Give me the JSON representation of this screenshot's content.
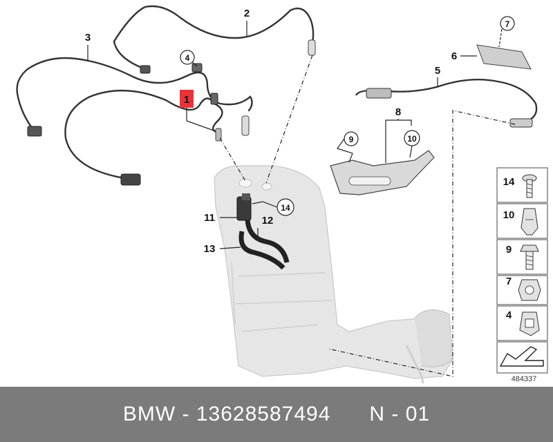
{
  "callouts": {
    "c1": "1",
    "c2": "2",
    "c3": "3",
    "c4": "4",
    "c5": "5",
    "c6": "6",
    "c7": "7",
    "c8": "8",
    "c9": "9",
    "c10": "10",
    "c11": "11",
    "c12": "12",
    "c13": "13",
    "c14": "14"
  },
  "highlight_color": "#e8333a",
  "side_panel": {
    "items": [
      "14",
      "10",
      "9",
      "7",
      "4"
    ]
  },
  "ref_number": "484337",
  "footer": {
    "brand": "BMW",
    "sep1": " - ",
    "part_number": "13628587494",
    "gap": "      ",
    "position": "N - 01"
  }
}
